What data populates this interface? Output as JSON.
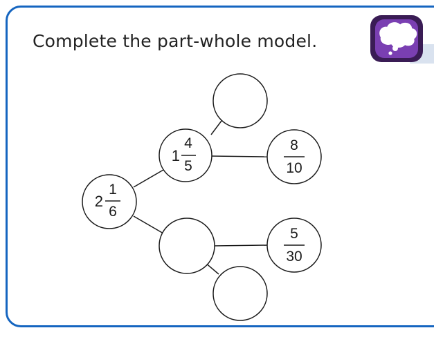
{
  "instruction": "Complete the part-whole model.",
  "icons": {
    "badge": "thought-bubble-icon"
  },
  "colors": {
    "border": "#1565c0",
    "badge": "#7a3fb2",
    "text": "#222222"
  },
  "model": {
    "whole": {
      "whole": "2",
      "numerator": "1",
      "denominator": "6"
    },
    "upper_part": {
      "whole": "1",
      "numerator": "4",
      "denominator": "5"
    },
    "upper_part_top": {
      "value": ""
    },
    "upper_part_right": {
      "numerator": "8",
      "denominator": "10"
    },
    "lower_part": {
      "value": ""
    },
    "lower_part_right": {
      "numerator": "5",
      "denominator": "30"
    },
    "lower_part_bottom": {
      "value": ""
    }
  }
}
